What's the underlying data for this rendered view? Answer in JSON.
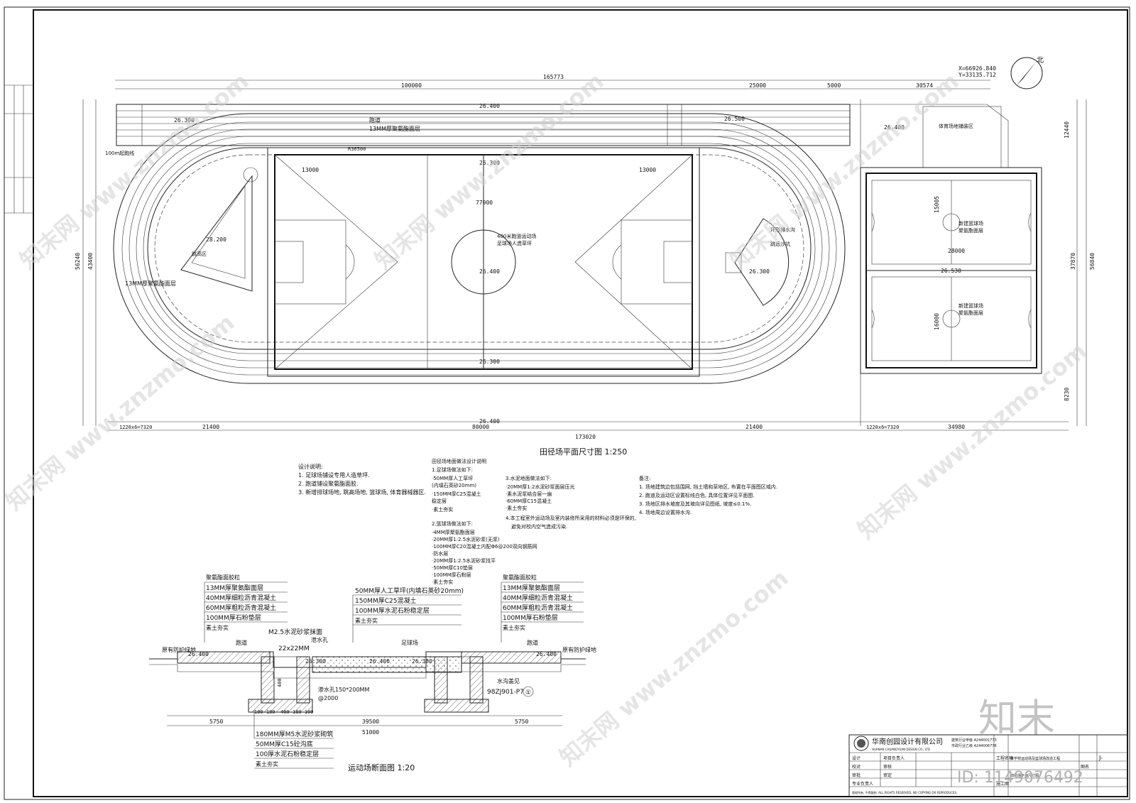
{
  "plan": {
    "title": "田径场平面尺寸图 1:250",
    "north": "北",
    "coord_x": "X=66926.840",
    "coord_y": "Y=33135.712",
    "track_label_1": "跑道",
    "track_label_2": "13MM厚聚氨酯面层",
    "track_label_left": "13MM厚聚氨酯面层",
    "straight_label": "100m起跑线",
    "center_label_1": "400米跑道运动场",
    "center_label_2": "足球场人造草坪",
    "high_jump": "跳高区",
    "long_jump": "跳远沙坑",
    "court_label_1": "新建篮球场",
    "court_label_2": "聚氨酯面层",
    "court_label_3": "新建篮球场",
    "court_label_4": "聚氨酯面层",
    "court_top_label": "体育场地铺装区",
    "drain_label": "环形排水沟",
    "elevations": [
      "26.300",
      "26.400",
      "26.500",
      "26.400",
      "26.300",
      "26.400",
      "28.200",
      "26.300",
      "26.530",
      "26.400",
      "26.300"
    ],
    "dims": {
      "top_total": "165773",
      "top_main": "100000",
      "top_right": "25000",
      "top_5000": "5000",
      "top_30574": "30574",
      "bot_total": "173020",
      "bot_main": "80000",
      "bot_left": "21400",
      "bot_right": "21400",
      "bot_34980": "34980",
      "bot_lane_l": "1220x6=7320",
      "bot_lane_r": "1220x6=7320",
      "left_total": "56240",
      "left_inner": "43400",
      "right_total": "56840",
      "right_inner": "37870",
      "field_w": "77000",
      "field_13000a": "13000",
      "field_13000b": "13000",
      "r_36500": "R36500",
      "r_28000": "28000",
      "court_15005": "15005",
      "court_16000": "16000",
      "r_12440": "12440",
      "r_8230": "8230"
    }
  },
  "notes": {
    "design_title": "设计说明:",
    "design": [
      "1. 足球场铺设专用人造草坪.",
      "2. 跑道铺设聚氨酯面胶.",
      "3. 新增排球场地, 跳高场地, 篮球场, 体育器械器区."
    ],
    "field_title": "田径场地面做法设计说明",
    "field": [
      "1.足球场做法如下:",
      "·50MM厚人工草坪",
      "(内填石英砂20mm)",
      "·150MM厚C25混凝土",
      "稳定层",
      "·素土夯实",
      "2.篮球场做法如下:",
      "·4MM厚聚氨酯面层",
      "·20MM厚1:2.5水泥砂浆(无浆)",
      "·100MM厚C20混凝土内配Φ6@200双向钢筋网",
      "·防水层",
      "·20MM厚1:2.5水泥砂浆找平",
      "·50MM厚C10垫层",
      "·100MM厚石粉层",
      "·素土夯实"
    ],
    "cement_title": "3.水泥地面做法如下:",
    "cement": [
      "·20MM厚1:2水泥砂浆面层压光",
      "·素水泥浆结合层一遍",
      "·60MM厚C15混凝土",
      "·素土夯实",
      "4.本工程室外运动场及室内装修所采用的材料必须是环保的,",
      "避免对校内空气造成污染."
    ],
    "remark_title": "备注:",
    "remark": [
      "1. 场地建筑边包括围网, 挡土墙和草地区, 布置在平面图区域内.",
      "2. 跑道及运动区设置标线白色, 具体位置详见平面图.",
      "3. 场地区排水坡度及其坡向详见图纸, 坡度≤0.1%.",
      "4. 场地周边设置排水沟."
    ]
  },
  "section": {
    "title": "运动场断面图 1:20",
    "left_layers": [
      "聚氨酯面胶粒",
      "13MM厚聚氨酯面层",
      "40MM厚细粒沥青混凝土",
      "60MM厚粗粒沥青混凝土",
      "100MM厚石粉垫层",
      "素土夯实"
    ],
    "mid_layers": [
      "50MM厚人工草坪(内填石英砂20mm)",
      "150MM厚C25混凝土",
      "100MM厚水泥石粉稳定层",
      "素土夯实"
    ],
    "right_layers": [
      "聚氨酯面胶粒",
      "13MM厚聚氨酯面层",
      "40MM厚细粒沥青混凝土",
      "60MM厚粗粒沥青混凝土",
      "100MM厚石粉垫层",
      "素土夯实"
    ],
    "bottom_layers": [
      "180MM厚M5水泥砂浆砌筑",
      "50MM厚C15砼沟底",
      "100厚水泥石粉稳定层",
      "素土夯实"
    ],
    "labels": {
      "m25": "M2.5水泥砂浆抹面",
      "drain_hole": "泄水孔",
      "hole_size": "22x22MM",
      "runway_l": "跑道",
      "runway_r": "跑道",
      "football": "足球场",
      "orig_l": "原有防护绿地",
      "orig_r": "原有防护绿地",
      "water_pipe": "渗水孔150*200MM",
      "spacing": "@2000",
      "detail_ref": "98ZJ901-P7",
      "detail_no": "①",
      "drain_note": "水沟盖见",
      "dim_400": "400",
      "e1": "26.400",
      "e2": "26.300",
      "e3": "26.400",
      "e4": "26.300",
      "e5": "26.400",
      "d_5750a": "5750",
      "d_39500": "39500",
      "d_5750b": "5750",
      "d_51000": "51000",
      "d_100": "100 180",
      "d_400b": "400",
      "d_180": "180 100"
    }
  },
  "title_block": {
    "company": "华南创园设计有限公司",
    "company_en": "HUANAN CHUANGYUAN DESIGN CO., LTD",
    "cert1": "建筑行业甲级 A244001773",
    "cert2": "市政行业乙级 A244006776",
    "project_label": "工程名称",
    "project": "某学校运动场及篮球场改造工程",
    "drawing_label": "图名",
    "drawing": "田径场平面尺寸图",
    "rows": [
      "设计",
      "校对",
      "审核",
      "审定",
      "项目负责人",
      "专业负责人",
      "审批"
    ],
    "stage": "施工图",
    "number": "J-",
    "footer": "版权所有, 不得复制. ALL RIGHTS RESERVED, NO COPYING OR REPRODUCES."
  },
  "watermark": {
    "brand": "知末",
    "id": "ID: 1149076492",
    "site": "知末网 www.znzmo.com"
  }
}
